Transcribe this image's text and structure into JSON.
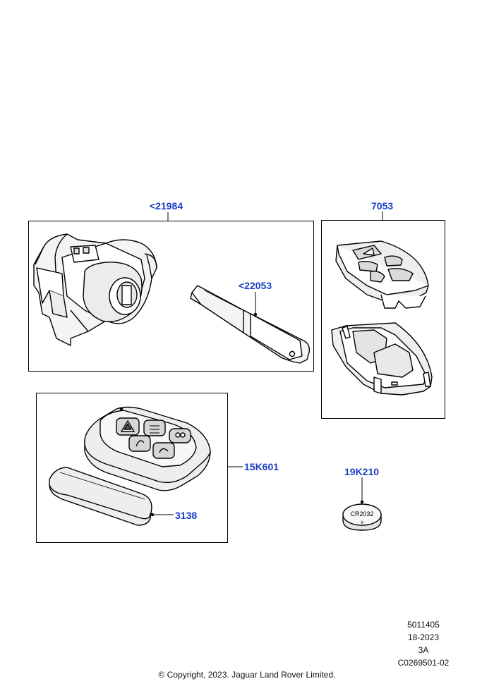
{
  "callouts": {
    "lock_set": "<21984",
    "key_blade": "<22053",
    "remote_housing": "7053",
    "smart_key": "15K601",
    "blade_cover": "3138",
    "battery": "19K210"
  },
  "battery_label": "CR2032",
  "battery_sign": "+",
  "meta": {
    "line1": "5011405",
    "line2": "18-2023",
    "line3": "3A",
    "line4": "C0269501-02"
  },
  "copyright": "© Copyright, 2023. Jaguar Land Rover Limited.",
  "colors": {
    "callout": "#1a3fc4",
    "line": "#000000",
    "part_fill": "#f2f2f2",
    "part_shade": "#d9d9d9"
  }
}
